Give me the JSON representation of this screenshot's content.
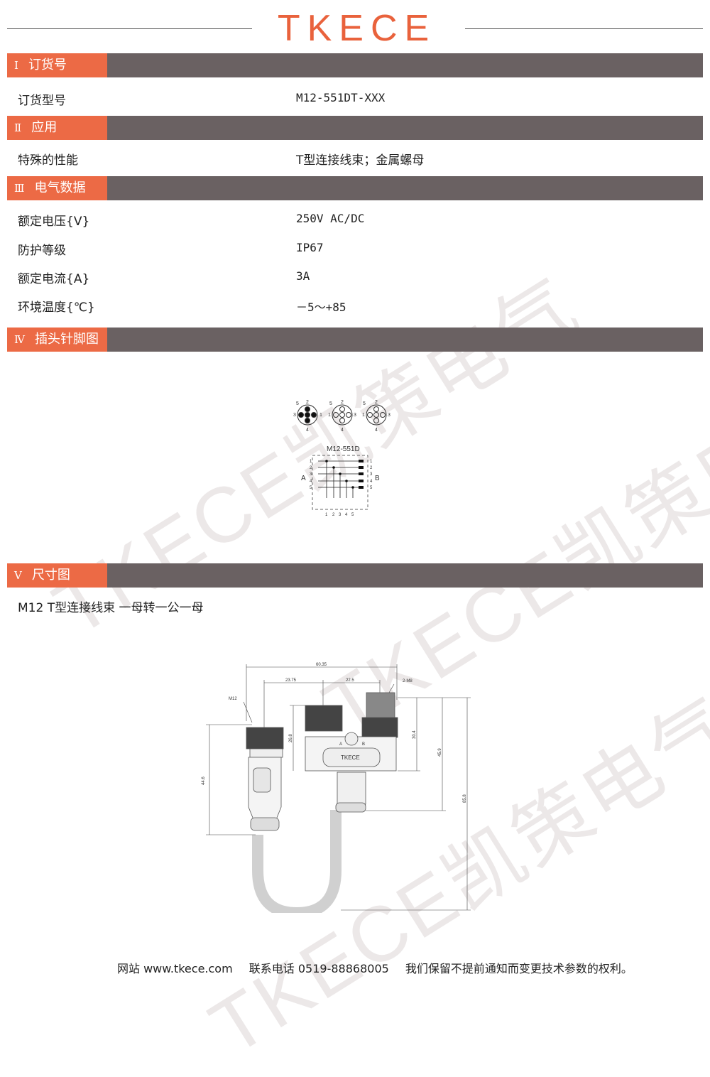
{
  "brand": {
    "logo": "TKECE",
    "watermark": "TKECE凯策电气"
  },
  "sections": [
    {
      "num": "Ⅰ",
      "title": "订货号"
    },
    {
      "num": "Ⅱ",
      "title": "应用"
    },
    {
      "num": "Ⅲ",
      "title": "电气数据"
    },
    {
      "num": "Ⅳ",
      "title": "插头针脚图"
    },
    {
      "num": "Ⅴ",
      "title": "尺寸图"
    }
  ],
  "order": {
    "label": "订货型号",
    "value": "M12-551DT-XXX"
  },
  "application": {
    "label": "特殊的性能",
    "value": "T型连接线束；金属螺母"
  },
  "electrical": [
    {
      "label": "额定电压{V}",
      "value": "250V AC/DC"
    },
    {
      "label": "防护等级",
      "value": "IP67"
    },
    {
      "label": "额定电流{A}",
      "value": "3A"
    },
    {
      "label": "环境温度{℃}",
      "value": "－5～+85"
    }
  ],
  "pinout": {
    "model": "M12-551D",
    "side_a": "A",
    "side_b": "B",
    "pins": [
      "1",
      "2",
      "3",
      "4",
      "5"
    ]
  },
  "dimension": {
    "caption": "M12 T型连接线束 一母转一公一母",
    "labels": {
      "overall_width": "60.35",
      "left_span": "23.75",
      "right_span": "22.5",
      "thread_left": "M12",
      "thread_right": "2-M8",
      "body_height": "26.8",
      "height_b": "30.4",
      "height_c": "45.9",
      "overall_height": "85.8",
      "left_length": "44.6",
      "mark_a": "A",
      "mark_b": "B",
      "logo": "TKECE"
    }
  },
  "footer": {
    "website": "网站 www.tkece.com",
    "phone": "联系电话 0519-88868005",
    "notice": "我们保留不提前通知而变更技术参数的权利。"
  }
}
